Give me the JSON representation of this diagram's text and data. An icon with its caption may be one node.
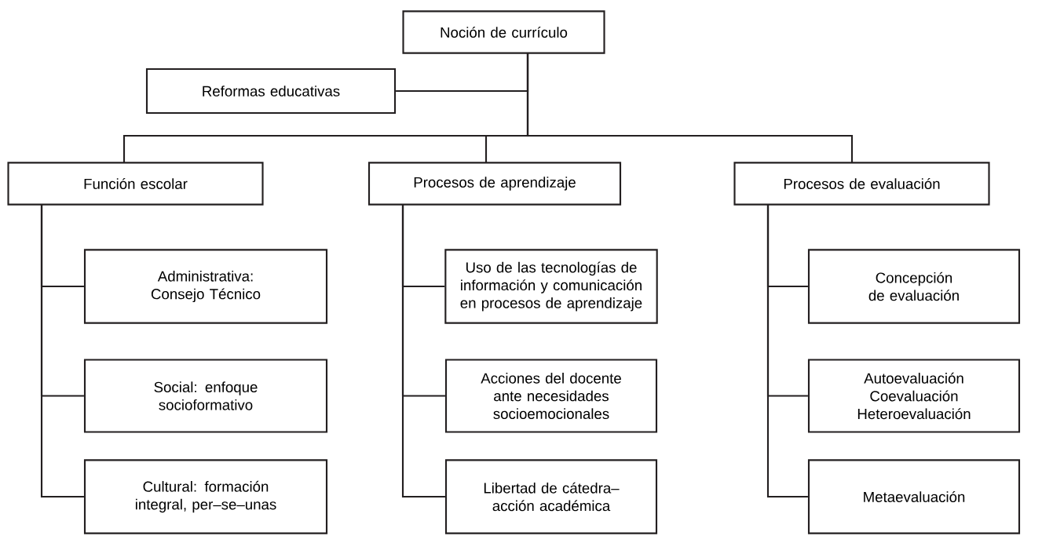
{
  "diagram": {
    "nodes": [
      {
        "text": [
          "Noción de currículo"
        ]
      },
      {
        "text": [
          "Reformas educativas"
        ]
      },
      {
        "text": [
          "Función escolar"
        ]
      },
      {
        "text": [
          "Procesos de aprendizaje"
        ]
      },
      {
        "text": [
          "Procesos de evaluación"
        ]
      },
      {
        "text": [
          "Administrativa: Consejo Técnico"
        ]
      },
      {
        "text": [
          "Social: enfoque socioformativo"
        ]
      },
      {
        "text": [
          "Cultural: formación integral, per–se–unas"
        ]
      },
      {
        "text": [
          "Uso de las tecnologías de información y comunicación en procesos de aprendizaje"
        ]
      },
      {
        "text": [
          "Acciones del docente ante necesidades socioemocionales"
        ]
      },
      {
        "text": [
          "Libertad de cátedra–acción académica"
        ]
      },
      {
        "text": [
          "Concepción de evaluación"
        ]
      },
      {
        "text": [
          "Autoevaluación Coevaluación Heteroevaluación"
        ]
      },
      {
        "text": [
          "Metaevaluación"
        ]
      }
    ],
    "edges": [
      {
        "from": 0,
        "to": 1,
        "arrow": "none"
      },
      {
        "from": 0,
        "to": 2,
        "arrow": "none"
      },
      {
        "from": 0,
        "to": 3,
        "arrow": "none"
      },
      {
        "from": 0,
        "to": 4,
        "arrow": "none"
      },
      {
        "from": 2,
        "to": 5,
        "arrow": "none"
      },
      {
        "from": 2,
        "to": 6,
        "arrow": "none"
      },
      {
        "from": 2,
        "to": 7,
        "arrow": "none"
      },
      {
        "from": 3,
        "to": 8,
        "arrow": "none"
      },
      {
        "from": 3,
        "to": 9,
        "arrow": "none"
      },
      {
        "from": 3,
        "to": 10,
        "arrow": "none"
      },
      {
        "from": 4,
        "to": 11,
        "arrow": "none"
      },
      {
        "from": 4,
        "to": 12,
        "arrow": "none"
      },
      {
        "from": 4,
        "to": 13,
        "arrow": "none"
      }
    ]
  }
}
